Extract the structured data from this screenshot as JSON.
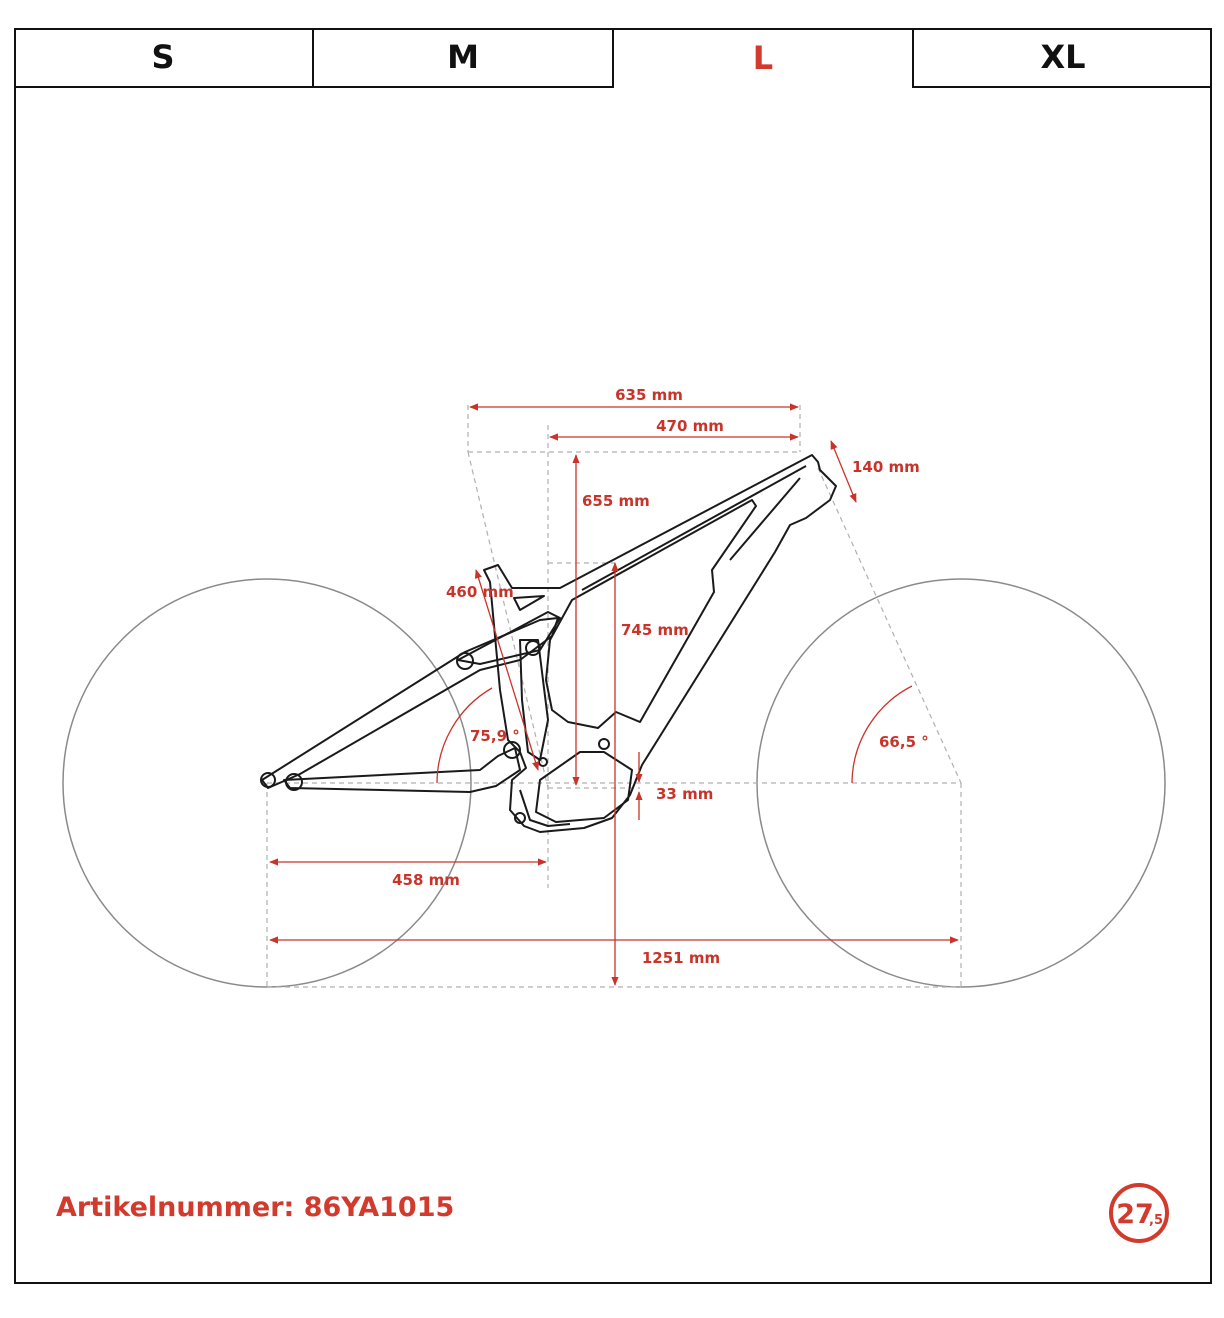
{
  "size_tabs": [
    {
      "label": "S",
      "active": false
    },
    {
      "label": "M",
      "active": false
    },
    {
      "label": "L",
      "active": true
    },
    {
      "label": "XL",
      "active": false
    }
  ],
  "geometry": {
    "reach_total": "635 mm",
    "top_tube_horizontal": "470 mm",
    "head_tube": "140 mm",
    "stack": "655 mm",
    "seat_tube": "460 mm",
    "standover": "745 mm",
    "seat_angle": "75,9 °",
    "head_angle": "66,5 °",
    "bb_drop": "33 mm",
    "chainstay": "458 mm",
    "wheelbase": "1251 mm"
  },
  "article": {
    "text": "Artikelnummer: 86YA1015"
  },
  "wheel_size": {
    "main": "27",
    "sub": ",5"
  },
  "colors": {
    "accent": "#d23a2d",
    "line": "#111111",
    "wheel": "#8a8a8a",
    "guide": "#b0b0b0"
  }
}
